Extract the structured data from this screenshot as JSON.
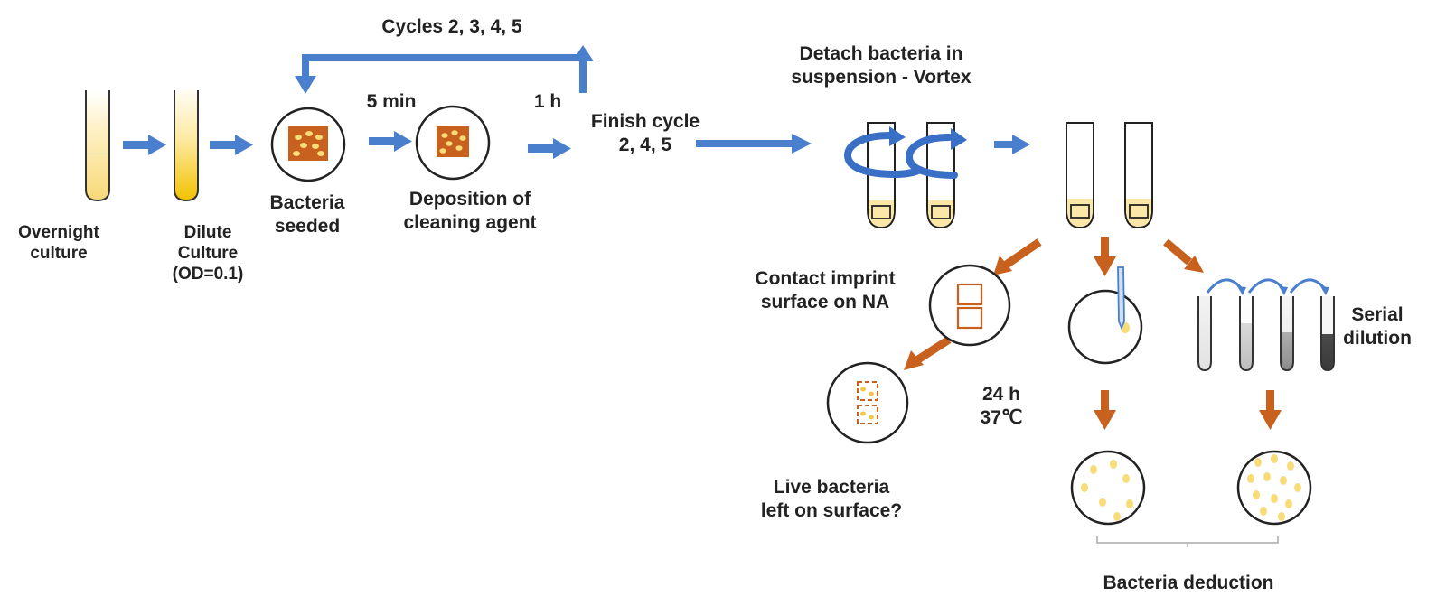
{
  "colors": {
    "blue_arrow": "#4a7fce",
    "orange_arrow": "#c8611e",
    "culture_yellow": "#f2c200",
    "bacteria_block": "#c8611e",
    "colony_yellow": "#f8dc78",
    "outline": "#222222"
  },
  "icons": {
    "tube": "culture-tube-icon",
    "plate": "petri-dish-icon",
    "vortex": "vortex-rotation-icon",
    "eppendorf": "microcentrifuge-tube-icon",
    "pipette": "pipette-tip-icon"
  },
  "labels": {
    "cycles": "Cycles 2, 3, 4, 5",
    "five_min": "5 min",
    "one_h": "1 h",
    "overnight": [
      "Overnight",
      "culture"
    ],
    "dilute": [
      "Dilute",
      "Culture",
      "(OD=0.1)"
    ],
    "seeded": [
      "Bacteria",
      "seeded"
    ],
    "deposition": [
      "Deposition of",
      "cleaning agent"
    ],
    "finish": [
      "Finish cycle",
      "2, 4, 5"
    ],
    "detach": [
      "Detach bacteria in",
      "suspension - Vortex"
    ],
    "contact": [
      "Contact imprint",
      "surface on NA"
    ],
    "incubation": [
      "24 h",
      "37℃"
    ],
    "live": [
      "Live bacteria",
      "left on surface?"
    ],
    "serial": [
      "Serial",
      "dilution"
    ],
    "deduction": "Bacteria deduction"
  }
}
